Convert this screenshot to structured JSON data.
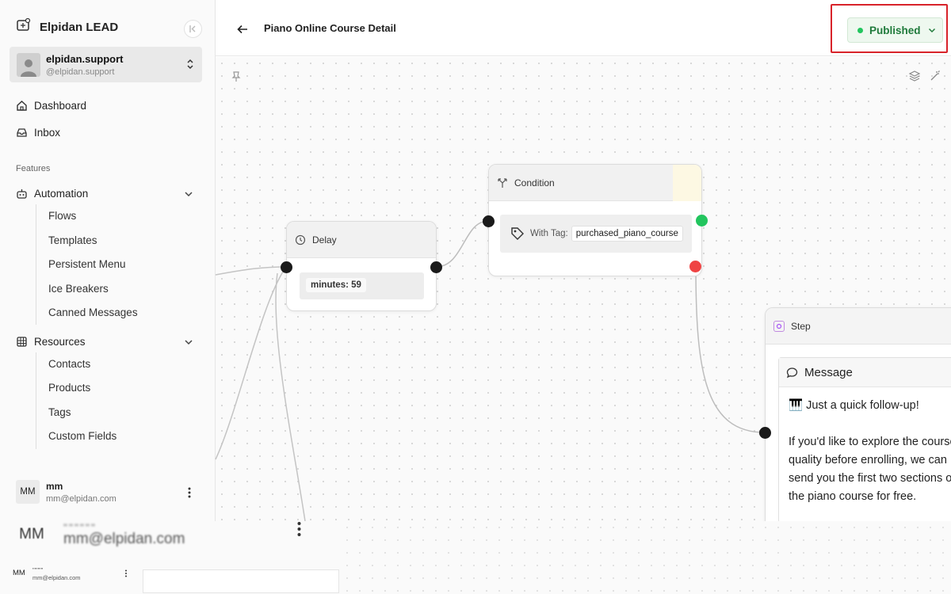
{
  "sidebar": {
    "brand": "Elpidan LEAD",
    "account": {
      "name": "elpidan.support",
      "handle": "@elpidan.support"
    },
    "nav": [
      {
        "label": "Dashboard",
        "icon": "home-icon"
      },
      {
        "label": "Inbox",
        "icon": "inbox-icon"
      }
    ],
    "section_label": "Features",
    "automation": {
      "label": "Automation",
      "items": [
        "Flows",
        "Templates",
        "Persistent Menu",
        "Ice Breakers",
        "Canned Messages"
      ]
    },
    "resources": {
      "label": "Resources",
      "items": [
        "Contacts",
        "Products",
        "Tags",
        "Custom Fields"
      ]
    },
    "user": {
      "initials": "MM",
      "name": "mm",
      "email": "mm@elpidan.com"
    }
  },
  "header": {
    "title": "Piano Online Course Detail",
    "status": "Published",
    "status_color": "#22c55e"
  },
  "flow": {
    "delay": {
      "title": "Delay",
      "value": "minutes: 59"
    },
    "condition": {
      "title": "Condition",
      "label": "With Tag:",
      "tag": "purchased_piano_course"
    },
    "step": {
      "title": "Step",
      "message_title": "Message",
      "message_text": "🎹 Just a quick follow-up!\n\nIf you'd like to explore the course quality before enrolling, we can send you the first two sections of the piano course for free."
    }
  },
  "overlay": {
    "big_initials": "MM",
    "big_name": "\"\"\"\"\"\"",
    "big_email": "mm@elpidan.com",
    "small_initials": "MM",
    "small_name": "\"\"\"\"\"",
    "small_email": "mm@elpidan.com"
  }
}
